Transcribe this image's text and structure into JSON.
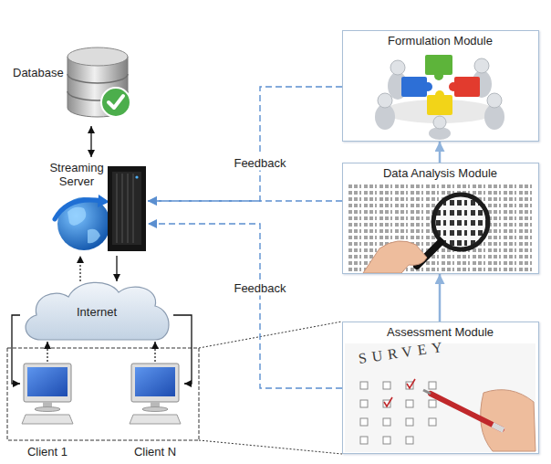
{
  "diagram": {
    "nodes": [
      {
        "text": [
          "Database"
        ]
      },
      {
        "text": [
          "Streaming Server"
        ]
      },
      {
        "text": [
          "Formulation Module"
        ]
      },
      {
        "text": [
          "Data Analysis Module"
        ]
      },
      {
        "text": [
          "Internet"
        ]
      },
      {
        "text": [
          "Assessment Module"
        ]
      },
      {
        "text": [
          "Client 1"
        ]
      },
      {
        "text": [
          "Client N"
        ]
      }
    ],
    "edges": [
      {
        "from": 0,
        "to": 1,
        "arrow": "both"
      },
      {
        "from": 1,
        "to": 4,
        "arrow": "to"
      },
      {
        "from": 4,
        "to": 1,
        "arrow": "to"
      },
      {
        "from": 4,
        "to": 6,
        "arrow": "to"
      },
      {
        "from": 6,
        "to": 4,
        "arrow": "to"
      },
      {
        "from": 4,
        "to": 7,
        "arrow": "to"
      },
      {
        "from": 7,
        "to": 4,
        "arrow": "to"
      },
      {
        "from": 5,
        "to": 3,
        "arrow": "to"
      },
      {
        "from": 3,
        "to": 2,
        "arrow": "to"
      },
      {
        "from": 2,
        "to": 1,
        "label": "Feedback",
        "arrow": "to"
      },
      {
        "from": 3,
        "to": 1,
        "arrow": "to"
      },
      {
        "from": 5,
        "to": 1,
        "label": "Feedback",
        "arrow": "to"
      }
    ],
    "labels": [
      "SURVEY"
    ]
  }
}
